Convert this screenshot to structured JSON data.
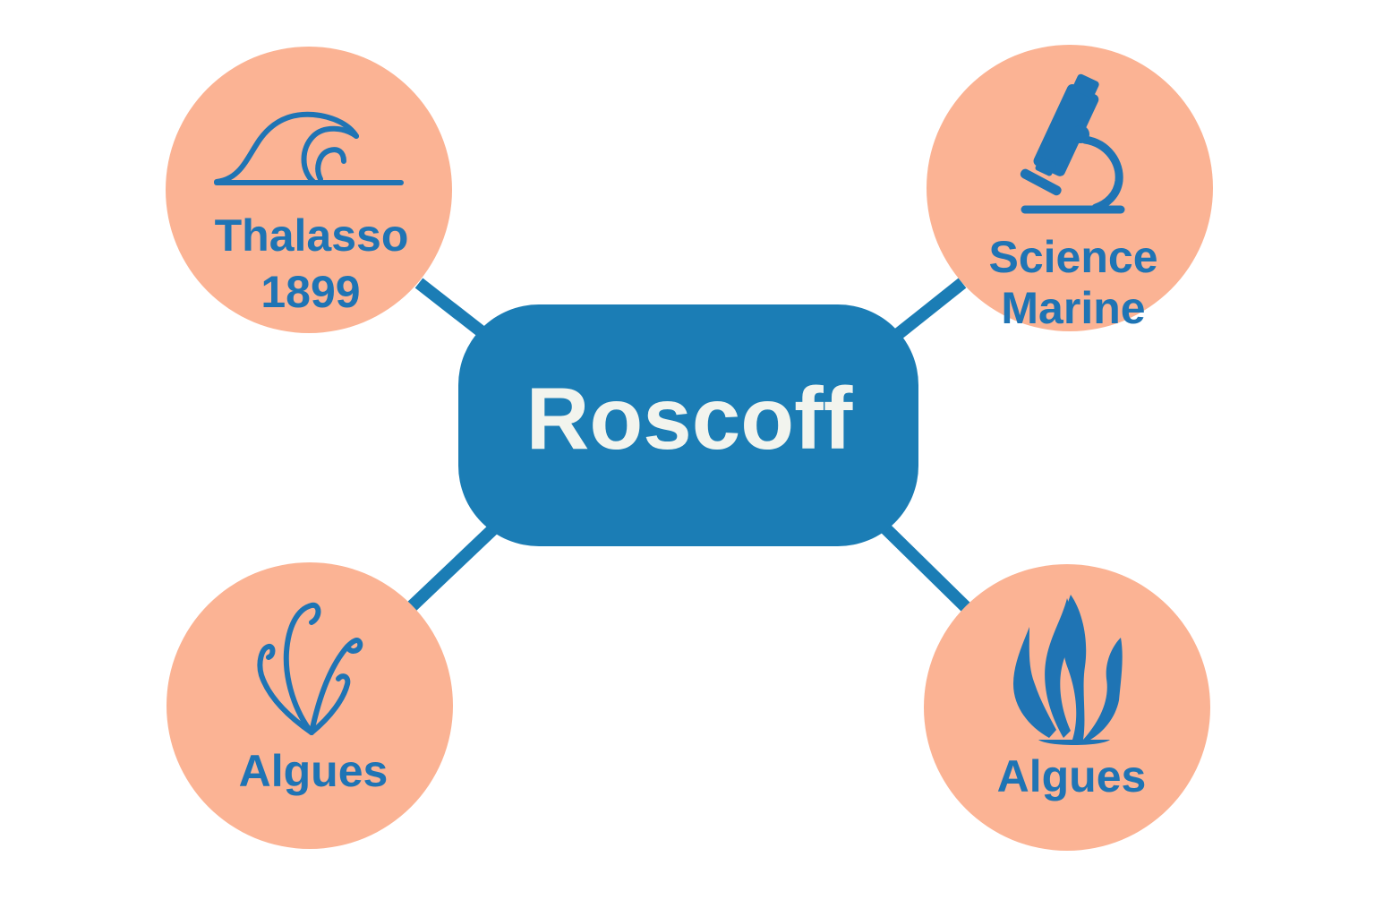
{
  "hub": {
    "label": "Roscoff"
  },
  "nodes": [
    {
      "id": "top-left",
      "lines": [
        "Thalasso",
        "1899"
      ],
      "icon": "wave-icon"
    },
    {
      "id": "top-right",
      "lines": [
        "Science",
        "Marine"
      ],
      "icon": "microscope-icon"
    },
    {
      "id": "bottom-left",
      "lines": [
        "Algues"
      ],
      "icon": "seaweed-sprout-icon"
    },
    {
      "id": "bottom-right",
      "lines": [
        "Algues"
      ],
      "icon": "kelp-icon"
    }
  ],
  "colors": {
    "hub_fill": "#1b7db5",
    "hub_text": "#f2f4ee",
    "node_fill": "#fbb394",
    "node_text": "#1f74b4",
    "connector": "#1b7db5"
  }
}
